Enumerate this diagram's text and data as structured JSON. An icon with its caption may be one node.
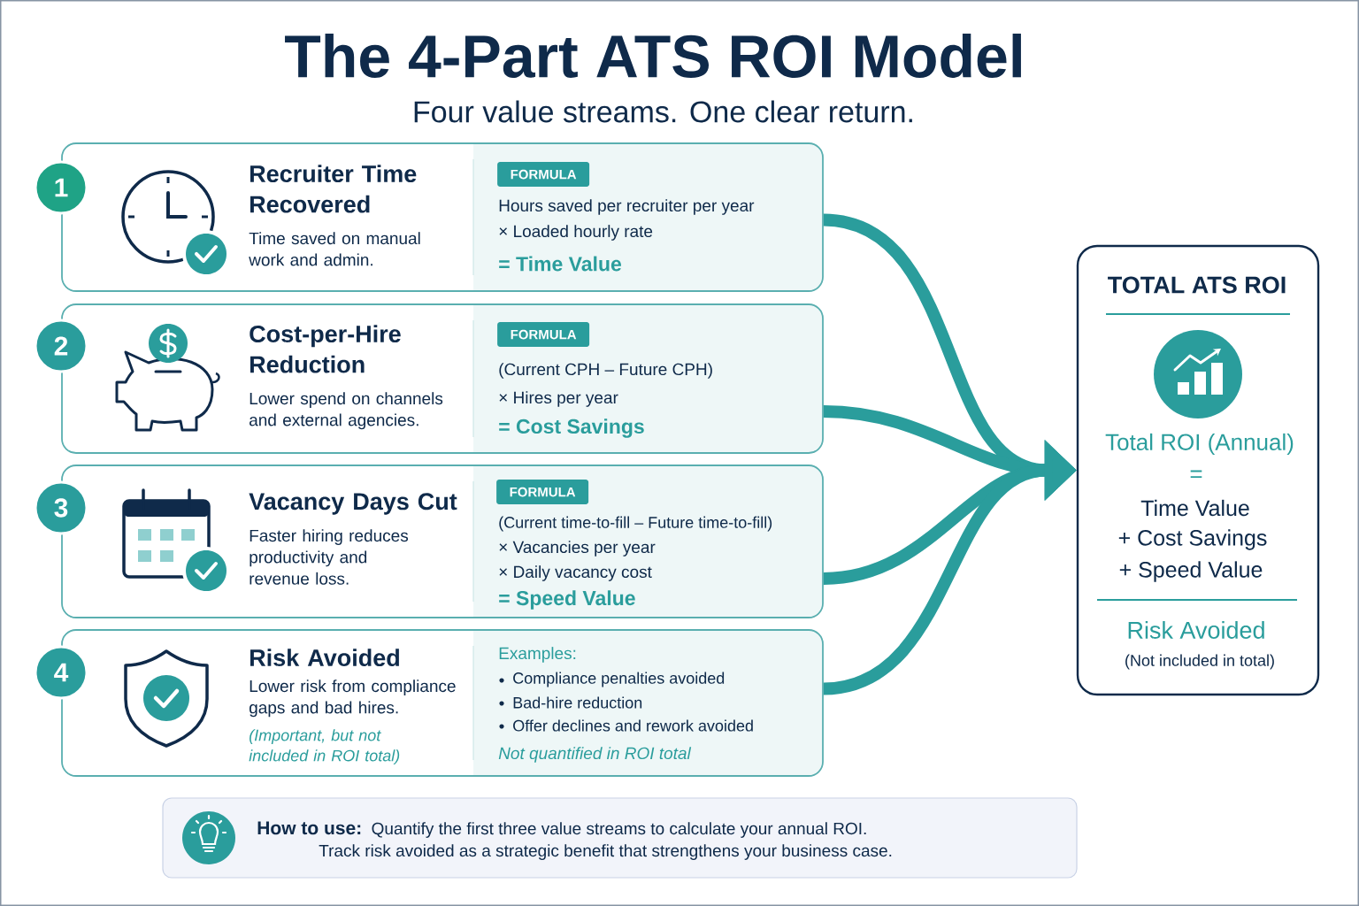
{
  "diagram": {
    "title": "The 4-Part ATS ROI Model",
    "nodes": [
      {
        "text": [
          "1"
        ]
      },
      {
        "text": [
          "Recruiter Time Recovered",
          "Time saved on manual work and admin.",
          "Hours saved per recruiter per year",
          "× Loaded hourly rate",
          "= Time Value"
        ]
      },
      {
        "text": [
          "FORMULA"
        ],
        "in": 1
      },
      {
        "text": [
          "2"
        ]
      },
      {
        "text": [
          "Cost-per-Hire Reduction",
          "Lower spend on channels and external agencies.",
          "(Current CPH – Future CPH)",
          "× Hires per year",
          "= Cost Savings"
        ]
      },
      {
        "text": [
          "FORMULA"
        ],
        "in": 4
      },
      {
        "text": [
          "3"
        ]
      },
      {
        "text": [
          "Vacancy Days Cut",
          "Faster hiring reduces productivity and revenue loss.",
          "(Current time-to-fill – Future time-to-fill)",
          "× Vacancies per year",
          "× Daily vacancy cost",
          "= Speed Value"
        ]
      },
      {
        "text": [
          "FORMULA"
        ],
        "in": 7
      },
      {
        "text": [
          "4"
        ]
      },
      {
        "text": [
          "Risk Avoided",
          "Lower risk from compliance gaps and bad hires.",
          "(Important, but not included in ROI total)",
          "Examples:",
          "Compliance penalties avoided",
          "Bad-hire reduction",
          "Offer declines and rework avoided",
          "Not quantified in ROI total"
        ]
      },
      {
        "text": [
          "TOTAL ATS ROI",
          "Total ROI (Annual)",
          "=",
          "Time Value",
          "+ Cost Savings",
          "+ Speed Value",
          "Risk Avoided",
          "(Not included in total)"
        ]
      },
      {
        "text": [
          "How to use:",
          "Quantify the first three value streams to calculate your annual ROI.",
          "Track risk avoided as a strategic benefit that strengthens your business case."
        ]
      }
    ],
    "edges": [
      {
        "from": 1,
        "to": 11,
        "arrow": "to"
      },
      {
        "from": 4,
        "to": 11,
        "arrow": "to"
      },
      {
        "from": 7,
        "to": 11,
        "arrow": "to"
      },
      {
        "from": 10,
        "to": 11,
        "arrow": "to"
      }
    ],
    "labels": [
      "Four value streams. One clear return."
    ]
  }
}
